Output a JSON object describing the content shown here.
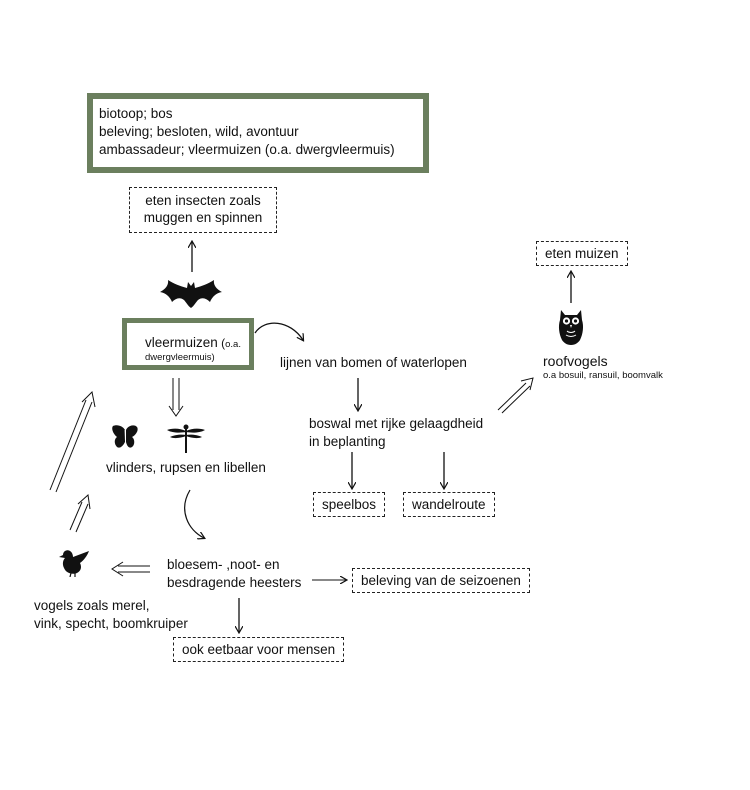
{
  "top_box": {
    "line1": "biotoop; bos",
    "line2": "beleving; besloten, wild, avontuur",
    "line3": "ambassadeur; vleermuizen (o.a. dwergvleermuis)"
  },
  "insects_box": {
    "line1": "eten insecten zoals",
    "line2": "muggen en spinnen"
  },
  "bats_box": {
    "title": "vleermuizen",
    "paren_open": " (",
    "sub1": "o.a.",
    "sub2": "dwergvleermuis)"
  },
  "lines_label": "lijnen van bomen of waterlopen",
  "boswal": {
    "line1": "boswal met rijke gelaagdheid",
    "line2": "in beplanting"
  },
  "speelbos": "speelbos",
  "wandelroute": "wandelroute",
  "mice_box": "eten muizen",
  "raptors": {
    "title": "roofvogels",
    "sub": "o.a bosuil, ransuil, boomvalk"
  },
  "butterflies": "vlinders, rupsen en libellen",
  "shrubs": {
    "line1": "bloesem- ,noot- en",
    "line2": "besdragende heesters"
  },
  "seasons_box": "beleving van de seizoenen",
  "edible_box": "ook eetbaar voor mensen",
  "birds": {
    "line1": "vogels zoals merel,",
    "line2": "vink, specht, boomkruiper"
  },
  "icons": {
    "bat": "bat-icon",
    "owl": "owl-icon",
    "butterfly": "butterfly-icon",
    "dragonfly": "dragonfly-icon",
    "bird": "bird-icon"
  },
  "colors": {
    "accent_green": "#6b7f5e",
    "ink": "#111111"
  }
}
